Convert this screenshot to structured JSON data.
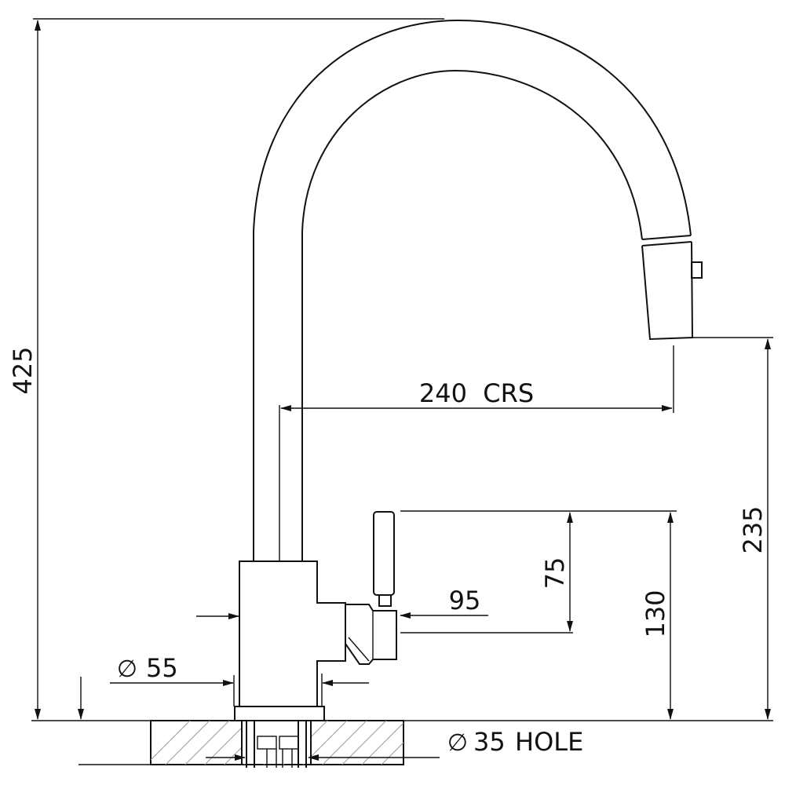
{
  "dimensions": {
    "overall_height": "425",
    "spout_reach": "240  CRS",
    "spout_outlet_height": "235",
    "handle_top_height": "130",
    "handle_length": "75",
    "handle_offset": "95",
    "body_diameter_symbol": "∅",
    "body_diameter": "55",
    "hole_symbol": "∅",
    "hole_size": "35",
    "hole_label": "HOLE"
  }
}
